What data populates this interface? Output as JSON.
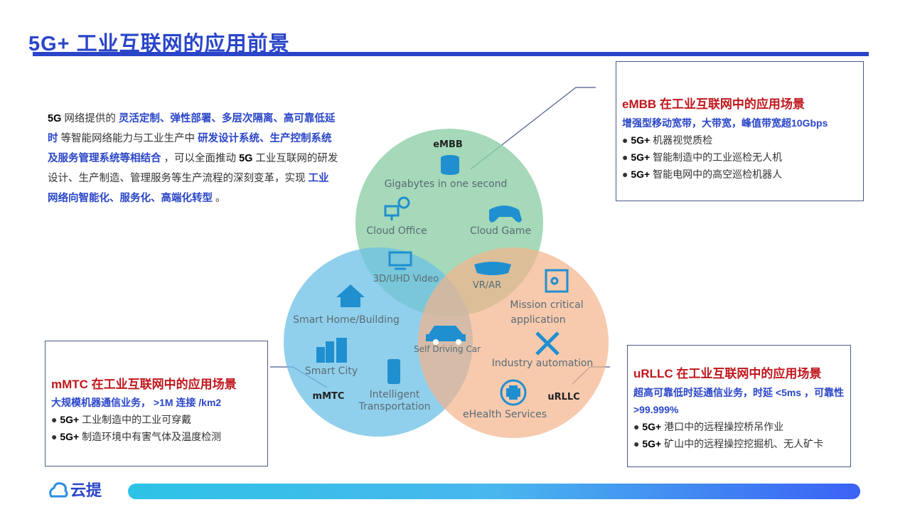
{
  "title": "5G+ 工业互联网的应用前景",
  "intro": {
    "p1": "5G",
    "p2": " 网络提供的 ",
    "p3": "灵活定制、弹性部署、多层次隔离、高可靠低延时",
    "p4": " 等智能网络能力与工业生产中 ",
    "p5": "研发设计系统、生产控制系统及服务管理系统等相结合",
    "p6": " ，可以全面推动 ",
    "p7": "5G",
    "p8": " 工业互联网的研发设计、生产制造、管理服务等生产流程的深刻变革，实现 ",
    "p9": "工业网络向智能化、服务化、高端化转型",
    "p10": " 。"
  },
  "embb": {
    "heading": "eMBB 在工业互联网中的应用场景",
    "sub": "增强型移动宽带，大带宽，峰值带宽超10Gbps",
    "items": [
      {
        "tag": "5G+",
        "text": " 机器视觉质检"
      },
      {
        "tag": "5G+",
        "text": " 智能制造中的工业巡检无人机"
      },
      {
        "tag": "5G+",
        "text": " 智能电网中的高空巡检机器人"
      }
    ]
  },
  "mmtc": {
    "heading": "mMTC 在工业互联网中的应用场景",
    "sub": "大规模机器通信业务， >1M 连接 /km2",
    "items": [
      {
        "tag": "5G+",
        "text": " 工业制造中的工业可穿戴"
      },
      {
        "tag": "5G+",
        "text": " 制造环境中有害气体及温度检测"
      }
    ]
  },
  "urllc": {
    "heading": "uRLLC 在工业互联网中的应用场景",
    "sub": "超高可靠低时延通信业务，时延 <5ms ，可靠性 >99.999%",
    "items": [
      {
        "tag": "5G+",
        "text": " 港口中的远程操控桥吊作业"
      },
      {
        "tag": "5G+",
        "text": " 矿山中的远程操控挖掘机、无人矿卡"
      }
    ]
  },
  "venn": {
    "embb_label": "eMBB",
    "mmtc_label": "mMTC",
    "urllc_label": "uRLLC",
    "gigabytes": "Gigabytes in one second",
    "cloud_office": "Cloud Office",
    "cloud_game": "Cloud Game",
    "video": "3D/UHD Video",
    "vrar": "VR/AR",
    "smart_home": "Smart Home/Building",
    "self_driving": "Self Driving Car",
    "mission1": "Mission critical",
    "mission2": "application",
    "smart_city": "Smart City",
    "industry": "Industry automation",
    "its1": "Intelligent",
    "its2": "Transportation",
    "ehealth": "eHealth Services",
    "colors": {
      "embb": "#8fd0a8",
      "mmtc": "#7ec7e8",
      "urllc": "#f5bc98",
      "icon": "#1f8fd0"
    }
  },
  "logo": {
    "text": "云提"
  }
}
